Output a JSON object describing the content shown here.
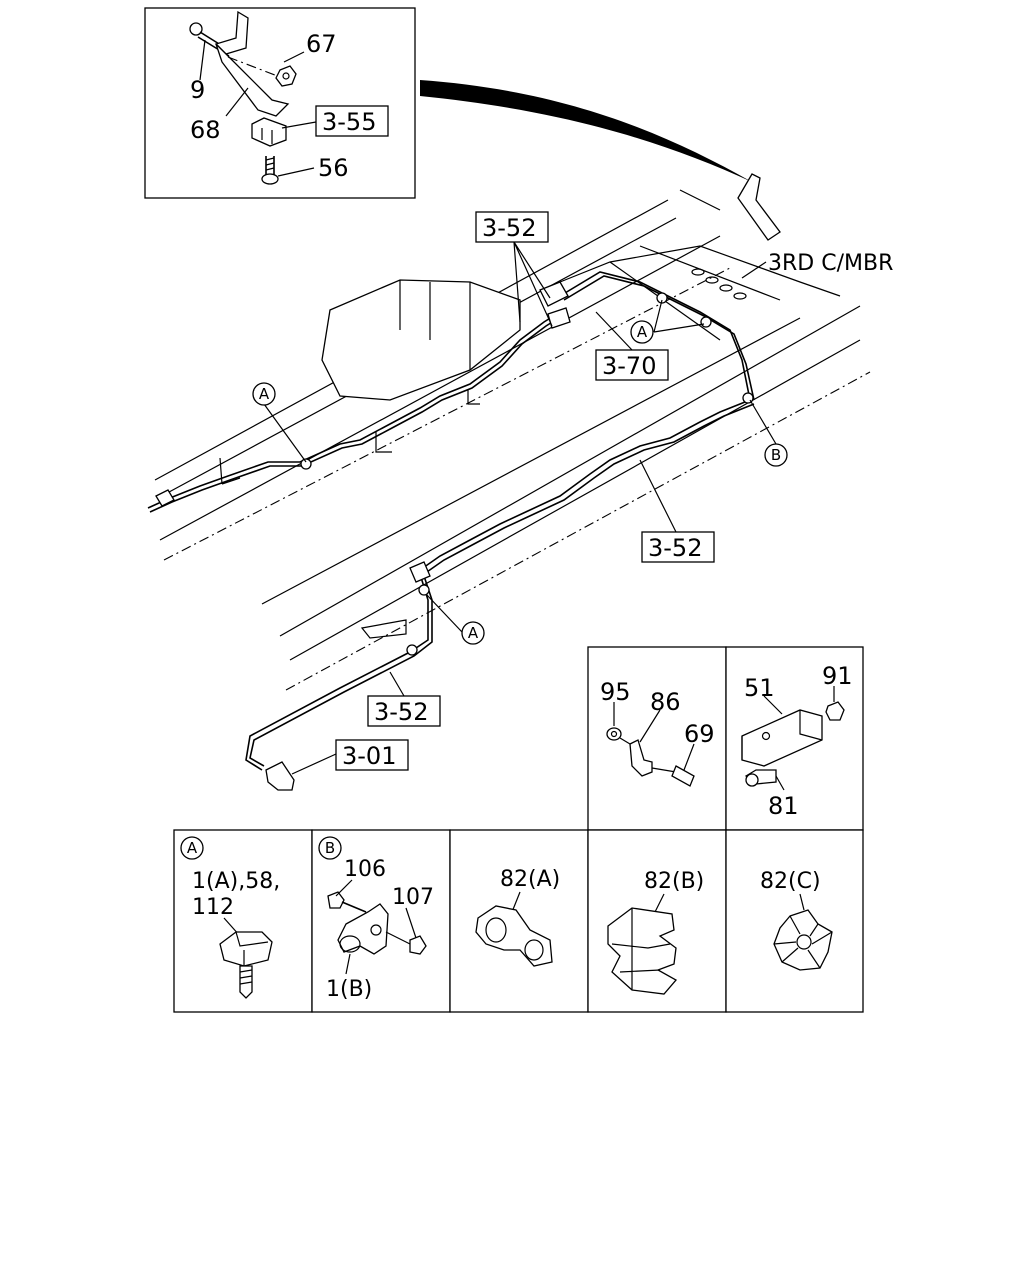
{
  "inset_top": {
    "labels": [
      "9",
      "67",
      "68",
      "56"
    ],
    "ref_box": "3-55"
  },
  "main": {
    "ref_boxes": [
      "3-52",
      "3-70",
      "3-52",
      "3-52",
      "3-01"
    ],
    "member_label": "3RD C/MBR",
    "circle_markers": [
      "A",
      "A",
      "B",
      "A"
    ]
  },
  "panels": {
    "p1": {
      "labels": [
        "95",
        "86",
        "69"
      ]
    },
    "p2": {
      "labels": [
        "51",
        "91",
        "81"
      ]
    },
    "a": {
      "marker": "A",
      "line1": "1(A),58,",
      "line2": "112"
    },
    "b": {
      "marker": "B",
      "labels": [
        "106",
        "107",
        "1(B)"
      ]
    },
    "c1": {
      "label": "82(A)"
    },
    "c2": {
      "label": "82(B)"
    },
    "c3": {
      "label": "82(C)"
    }
  }
}
